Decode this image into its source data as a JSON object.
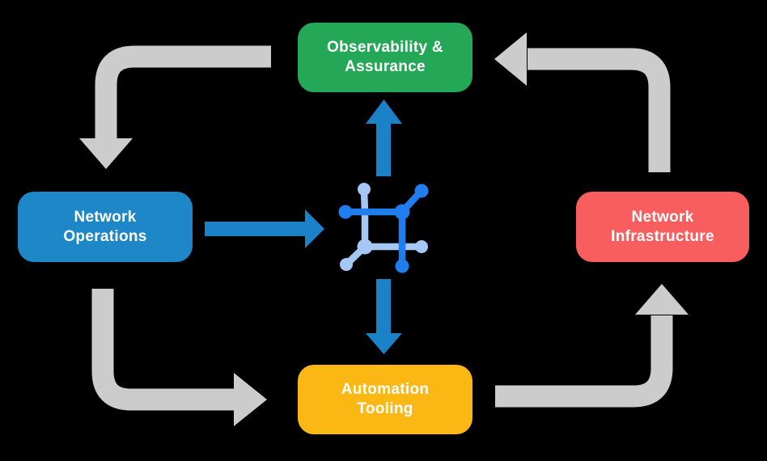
{
  "diagram": {
    "type": "cycle-flow",
    "background": "#000000"
  },
  "nodes": {
    "observability": {
      "line1": "Observability &",
      "line2": "Assurance",
      "color": "#24a857"
    },
    "operations": {
      "line1": "Network",
      "line2": "Operations",
      "color": "#1e87c8"
    },
    "infrastructure": {
      "line1": "Network",
      "line2": "Infrastructure",
      "color": "#f95e5e"
    },
    "automation": {
      "line1": "Automation",
      "line2": "Tooling",
      "color": "#fbb814"
    }
  },
  "hub": {
    "icon": "network-fabric-icon",
    "dark_blue": "#1f7ded",
    "light_blue": "#a4c7f3"
  },
  "colors": {
    "arrow_gray": "#cccccc",
    "arrow_blue": "#1c82c8",
    "text": "#ffffff"
  },
  "flows": [
    {
      "from": "Observability & Assurance",
      "to": "Network Operations",
      "style": "gray-curved"
    },
    {
      "from": "Network Operations",
      "to": "Automation Tooling",
      "style": "gray-curved"
    },
    {
      "from": "Automation Tooling",
      "to": "Network Infrastructure",
      "style": "gray-curved"
    },
    {
      "from": "Network Infrastructure",
      "to": "Observability & Assurance",
      "style": "gray-curved"
    },
    {
      "from": "Network Operations",
      "to": "hub",
      "style": "blue-straight"
    },
    {
      "from": "hub",
      "to": "Observability & Assurance",
      "style": "blue-straight"
    },
    {
      "from": "hub",
      "to": "Automation Tooling",
      "style": "blue-straight"
    }
  ]
}
